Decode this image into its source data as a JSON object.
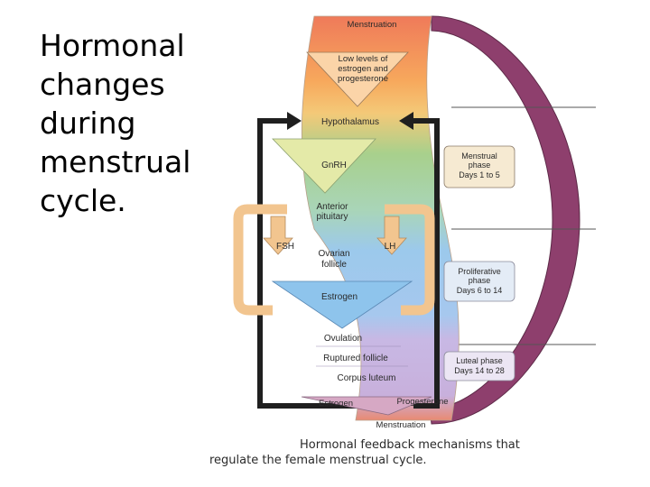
{
  "slide": {
    "title_lines": [
      "Hormonal",
      "changes",
      "during",
      "menstrual",
      "cycle."
    ]
  },
  "diagram": {
    "steps": {
      "menstruation_top": "Menstruation",
      "low_levels_line1": "Low levels of",
      "low_levels_line2": "estrogen and",
      "low_levels_line3": "progesterone",
      "hypothalamus": "Hypothalamus",
      "gnrh": "GnRH",
      "anterior_pituitary_line1": "Anterior",
      "anterior_pituitary_line2": "pituitary",
      "fsh": "FSH",
      "lh": "LH",
      "ovarian_follicle_line1": "Ovarian",
      "ovarian_follicle_line2": "follicle",
      "estrogen": "Estrogen",
      "ovulation": "Ovulation",
      "ruptured_follicle": "Ruptured follicle",
      "corpus_luteum": "Corpus luteum",
      "estrogen_bottom": "Estrogen",
      "progesterone": "Progesterone",
      "menstruation_bottom": "Menstruation"
    },
    "phases": {
      "menstrual_line1": "Menstrual",
      "menstrual_line2": "phase",
      "menstrual_line3": "Days 1 to 5",
      "proliferative_line1": "Proliferative",
      "proliferative_line2": "phase",
      "proliferative_line3": "Days 6 to 14",
      "luteal_line1": "Luteal phase",
      "luteal_line2": "Days 14 to 28"
    },
    "colors": {
      "outer_ring": "#8e3f6d",
      "feedback_loop": "#1f1f1f",
      "pituitary_loop": "#f2c58f",
      "band_top": "#ef7a5a",
      "band_orange": "#f7a85c",
      "band_green": "#a8d08c",
      "band_blue": "#9cc9ec",
      "band_lavender": "#c8b8e4",
      "band_bottom": "#e98a72"
    }
  },
  "caption": {
    "line1": "Hormonal feedback mechanisms that",
    "line2": "regulate the female menstrual cycle."
  }
}
